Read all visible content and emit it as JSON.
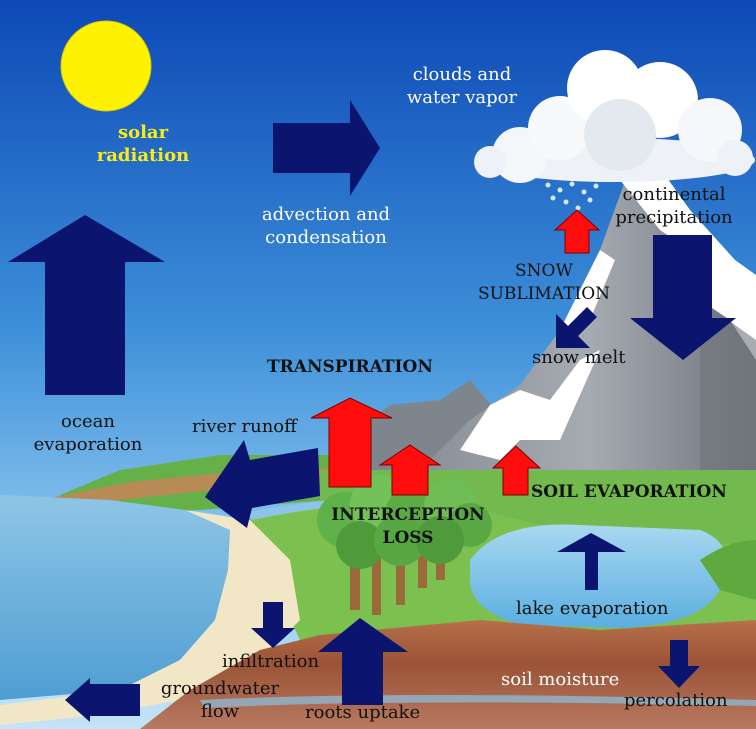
{
  "colors": {
    "arrow_blue": "#0b1570",
    "arrow_red": "#ff0d0d",
    "sun": "#fff200",
    "sky_top": "#0d49b6",
    "sky_bottom": "#a9d6f5",
    "label_white": "#ffffff",
    "label_dark": "#111111",
    "label_yellow": "#f7ec1a"
  },
  "icons": {
    "sun": "sun-icon",
    "cloud": "cloud-icon",
    "mountain": "mountain-icon",
    "trees": "tree-icon",
    "lake": "lake-icon",
    "ocean": "ocean-icon"
  },
  "labels": {
    "solar_radiation": [
      "solar",
      "radiation"
    ],
    "clouds_vapor": [
      "clouds and",
      "water vapor"
    ],
    "advection": [
      "advection and",
      "condensation"
    ],
    "continental_precip": [
      "continental",
      "precipitation"
    ],
    "snow_sublimation": [
      "SNOW",
      "SUBLIMATION"
    ],
    "snow_melt": "snow melt",
    "transpiration": "TRANSPIRATION",
    "ocean_evaporation": [
      "ocean",
      "evaporation"
    ],
    "river_runoff": "river runoff",
    "interception_loss": [
      "INTERCEPTION",
      "LOSS"
    ],
    "soil_evaporation": "SOIL EVAPORATION",
    "lake_evaporation": "lake evaporation",
    "infiltration": "infiltration",
    "groundwater_flow": [
      "groundwater",
      "flow"
    ],
    "roots_uptake": "roots uptake",
    "soil_moisture": "soil moisture",
    "percolation": "percolation"
  }
}
